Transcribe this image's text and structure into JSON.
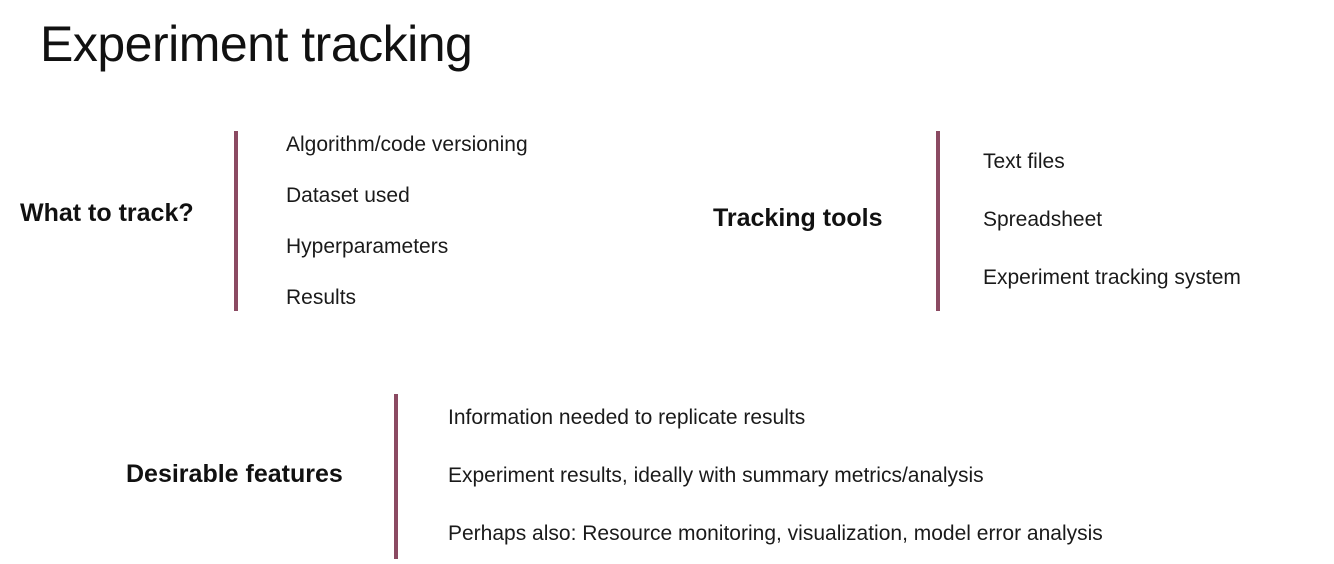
{
  "slide": {
    "title": "Experiment tracking",
    "accent_color": "#8b4a62"
  },
  "what_to_track": {
    "label": "What to track?",
    "items": [
      "Algorithm/code versioning",
      "Dataset used",
      "Hyperparameters",
      "Results"
    ]
  },
  "tracking_tools": {
    "label": "Tracking tools",
    "items": [
      "Text files",
      "Spreadsheet",
      "Experiment tracking system"
    ]
  },
  "desirable_features": {
    "label": "Desirable features",
    "items": [
      "Information needed to replicate results",
      "Experiment results, ideally with summary metrics/analysis",
      "Perhaps also: Resource monitoring, visualization, model error analysis"
    ]
  }
}
